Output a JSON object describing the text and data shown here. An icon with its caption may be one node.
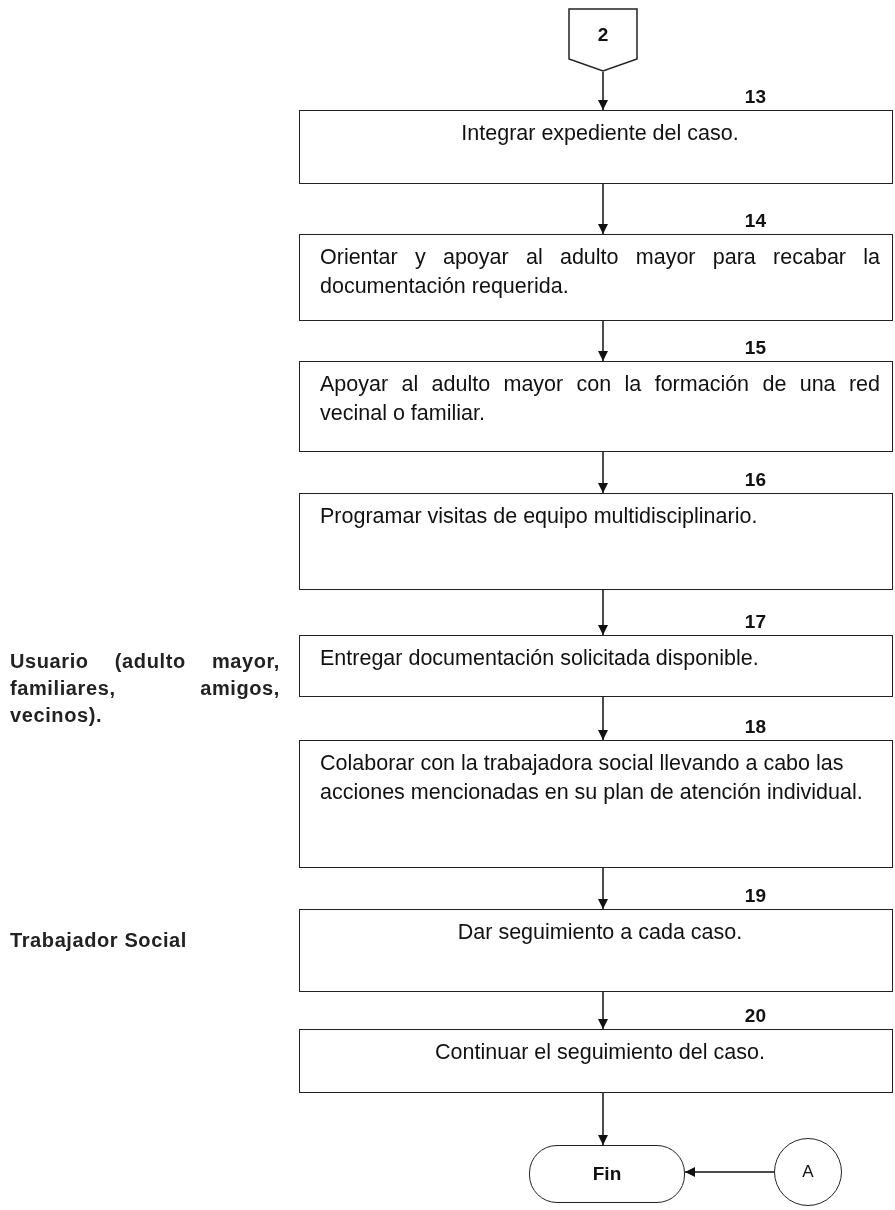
{
  "diagram": {
    "nodes": [
      {
        "text": [
          "2"
        ]
      },
      {
        "text": [
          "13",
          "Integrar expediente del caso."
        ]
      },
      {
        "text": [
          "14",
          "Orientar y apoyar al adulto mayor para recabar la documentación requerida."
        ]
      },
      {
        "text": [
          "15",
          "Apoyar al adulto mayor con la formación de una red vecinal o familiar."
        ]
      },
      {
        "text": [
          "16",
          "Programar visitas de equipo multidisciplinario."
        ]
      },
      {
        "text": [
          "17",
          "Entregar documentación solicitada disponible."
        ]
      },
      {
        "text": [
          "18",
          "Colaborar con la trabajadora social llevando a cabo las acciones mencionadas en su plan de atención individual."
        ]
      },
      {
        "text": [
          "19",
          "Dar seguimiento a cada caso."
        ]
      },
      {
        "text": [
          "20",
          "Continuar el seguimiento del caso."
        ]
      },
      {
        "text": [
          "Fin"
        ]
      },
      {
        "text": [
          "A"
        ]
      }
    ],
    "edges": [
      {
        "from": 0,
        "to": 1,
        "arrow": "to"
      },
      {
        "from": 1,
        "to": 2,
        "arrow": "to"
      },
      {
        "from": 2,
        "to": 3,
        "arrow": "to"
      },
      {
        "from": 3,
        "to": 4,
        "arrow": "to"
      },
      {
        "from": 4,
        "to": 5,
        "arrow": "to"
      },
      {
        "from": 5,
        "to": 6,
        "arrow": "to"
      },
      {
        "from": 6,
        "to": 7,
        "arrow": "to"
      },
      {
        "from": 7,
        "to": 8,
        "arrow": "to"
      },
      {
        "from": 8,
        "to": 9,
        "arrow": "to"
      },
      {
        "from": 10,
        "to": 9,
        "arrow": "to"
      }
    ],
    "labels": [
      "Usuario (adulto mayor, familiares, amigos, vecinos).",
      "Trabajador Social"
    ]
  }
}
